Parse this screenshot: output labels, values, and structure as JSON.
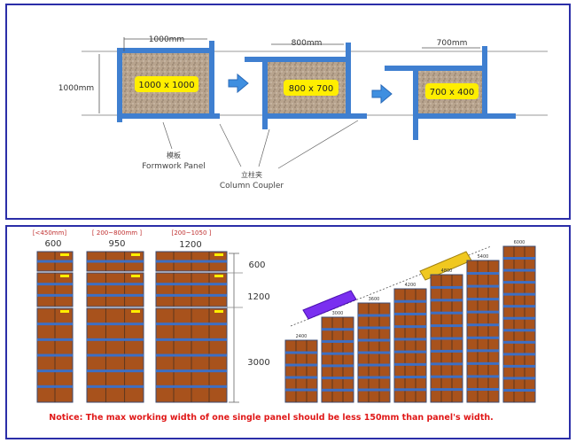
{
  "top_diagram": {
    "stages": [
      {
        "width_label": "1000mm",
        "height_label": "1000mm",
        "size_label": "1000 x 1000"
      },
      {
        "width_label": "800mm",
        "size_label": "800 x 700"
      },
      {
        "width_label": "700mm",
        "size_label": "700 x 400"
      }
    ],
    "formwork_panel_cn": "模板",
    "formwork_panel_en": "Formwork Panel",
    "column_coupler_cn": "立柱夹",
    "column_coupler_en": "Column Coupler"
  },
  "bottom_diagram": {
    "panels": [
      {
        "range": "[<450mm]",
        "width": "600"
      },
      {
        "range": "[ 200~800mm ]",
        "width": "950"
      },
      {
        "range": "[200~1050 ]",
        "width": "1200"
      }
    ],
    "heights": [
      "600",
      "1200",
      "3000"
    ],
    "stack_heights": [
      "2400",
      "3000",
      "3600",
      "4200",
      "4800",
      "5400",
      "6000"
    ],
    "notice": "Notice: The max working width of one single panel should be less 150mm than panel's width.",
    "colors": {
      "panel_brown": "#a8521c",
      "rib_blue": "#3d6fc4",
      "notice_red": "#e01818",
      "frame_blue": "#2b2ea8"
    }
  }
}
